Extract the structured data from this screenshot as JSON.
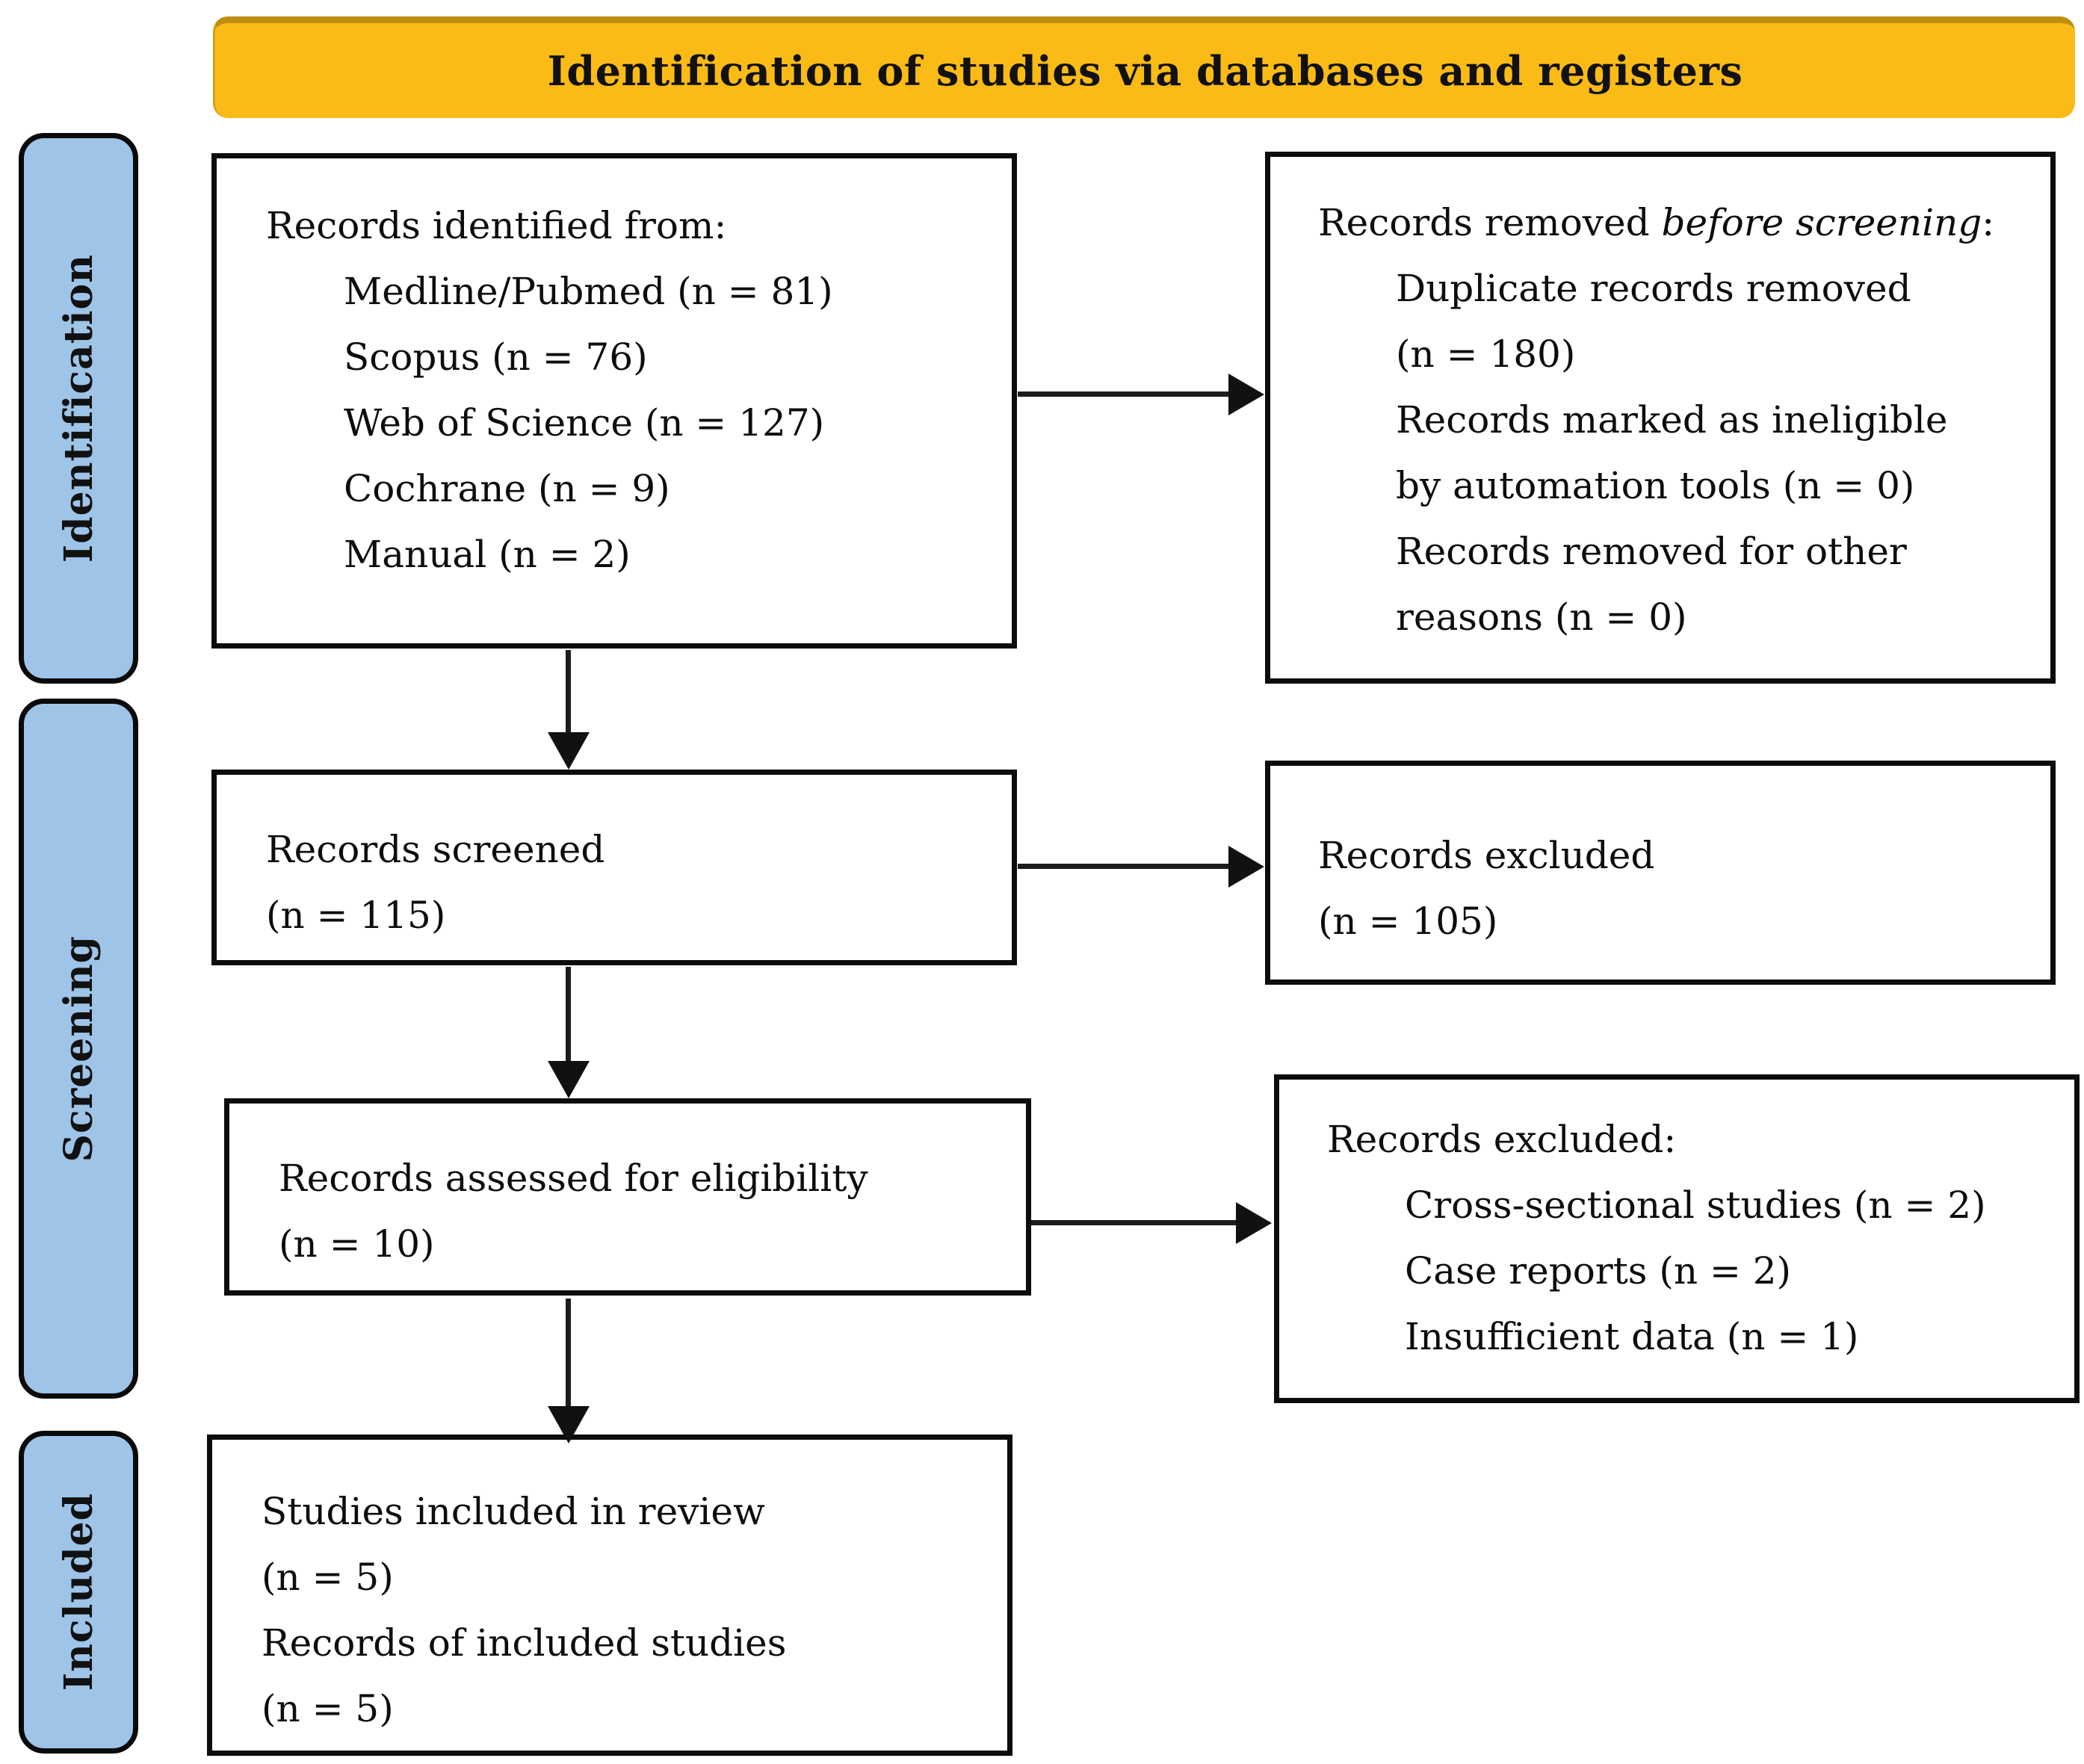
{
  "banner": {
    "title": "Identification of studies via databases and registers",
    "bg_color": "#FBBB17"
  },
  "sidebar": {
    "bg_color": "#9EC4E8",
    "items": [
      {
        "label": "Identification"
      },
      {
        "label": "Screening"
      },
      {
        "label": "Included"
      }
    ]
  },
  "boxes": {
    "identified": {
      "title": "Records identified from:",
      "items": [
        "Medline/Pubmed (n = 81)",
        "Scopus (n = 76)",
        "Web of Science (n = 127)",
        "Cochrane (n = 9)",
        "Manual (n = 2)"
      ]
    },
    "removed": {
      "title_prefix": "Records removed ",
      "title_italic": "before screening",
      "title_suffix": ":",
      "lines": [
        "Duplicate records removed",
        "(n = 180)",
        "Records marked as ineligible",
        "by automation tools (n = 0)",
        "Records removed for other",
        "reasons (n = 0)"
      ]
    },
    "screened": {
      "line1": "Records screened",
      "line2": "(n = 115)"
    },
    "excluded_screening": {
      "line1": "Records excluded",
      "line2": "(n = 105)"
    },
    "assessed": {
      "line1": "Records assessed for eligibility",
      "line2": "(n = 10)"
    },
    "excluded_eligibility": {
      "title": "Records excluded:",
      "items": [
        "Cross-sectional studies (n = 2)",
        "Case reports (n = 2)",
        "Insufficient data (n = 1)"
      ]
    },
    "included": {
      "lines": [
        "Studies included in review",
        "(n = 5)",
        "Records of included studies",
        "(n = 5)"
      ]
    }
  }
}
